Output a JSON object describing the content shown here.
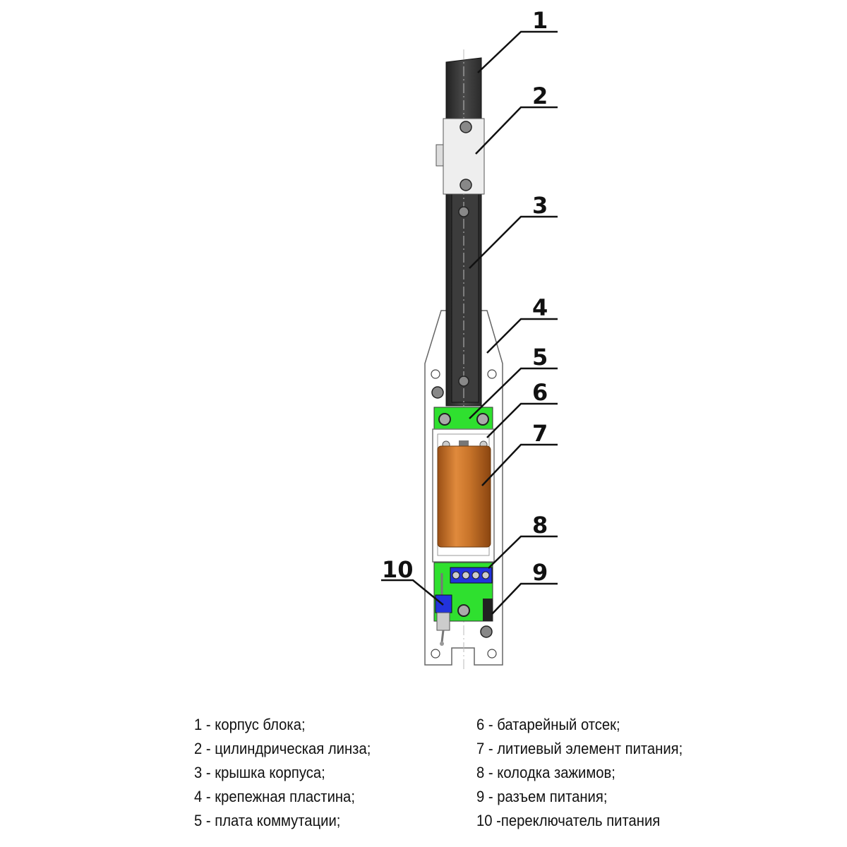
{
  "callouts": [
    "1",
    "2",
    "3",
    "4",
    "5",
    "6",
    "7",
    "8",
    "9",
    "10"
  ],
  "legend": {
    "left": [
      "1 - корпус блока;",
      "2 - цилиндрическая линза;",
      "3 - крышка корпуса;",
      "4 - крепежная пластина;",
      "5 - плата коммутации;"
    ],
    "right": [
      "6 - батарейный отсек;",
      "7 - литиевый элемент питания;",
      "8 - колодка зажимов;",
      "9 - разъем питания;",
      "10 -переключатель питания"
    ]
  },
  "colors": {
    "housing": "#3a3a3a",
    "board": "#2fe02f",
    "battery": "#c8742a",
    "terminal": "#2233dd"
  }
}
